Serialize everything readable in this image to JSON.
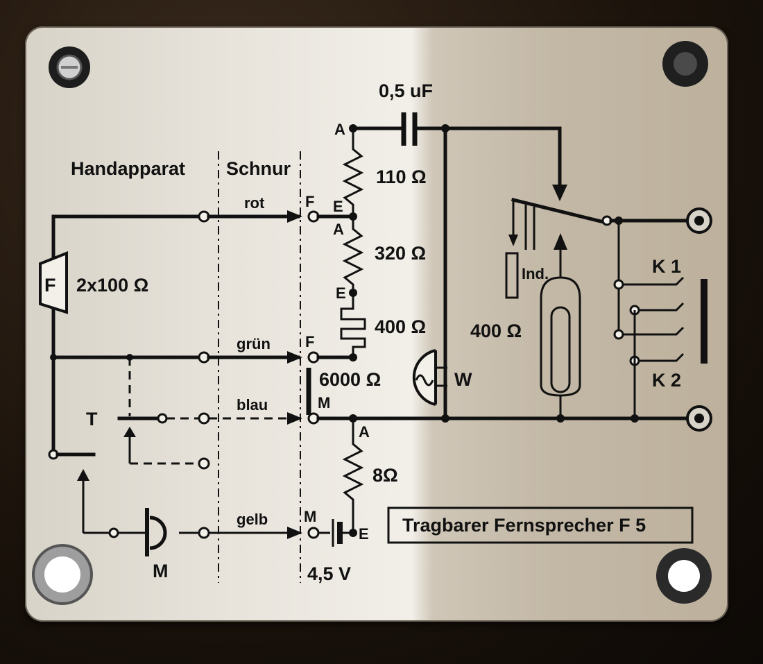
{
  "labels": {
    "handapparat": "Handapparat",
    "schnur": "Schnur",
    "fernhoerer": "F",
    "fernhoerer_value": "2x100 Ω",
    "taste": "T",
    "mikrofon": "M",
    "wire_rot": "rot",
    "wire_gruen": "grün",
    "wire_blau": "blau",
    "wire_gelb": "gelb",
    "terminal_f1": "F",
    "terminal_f2": "F",
    "terminal_m1": "M",
    "terminal_m2": "M",
    "capacitor": "0,5 uF",
    "node_a1": "A",
    "node_e1": "E",
    "node_a2": "A",
    "node_e2": "E",
    "node_a3": "A",
    "node_e3": "E",
    "r110": "110 Ω",
    "r320": "320 Ω",
    "r400": "400 Ω",
    "r6000": "6000 Ω",
    "r8": "8Ω",
    "battery": "4,5 V",
    "wecker": "W",
    "induktor": "Ind.",
    "induktor_value": "400 Ω",
    "k1": "K 1",
    "k2": "K 2",
    "nameplate": "Tragbarer Fernsprecher F 5"
  },
  "colors": {
    "ink": "#111111",
    "plate_light": "#f2efe9",
    "plate_shadow": "#bdb19d",
    "housing": "#1c140e"
  }
}
